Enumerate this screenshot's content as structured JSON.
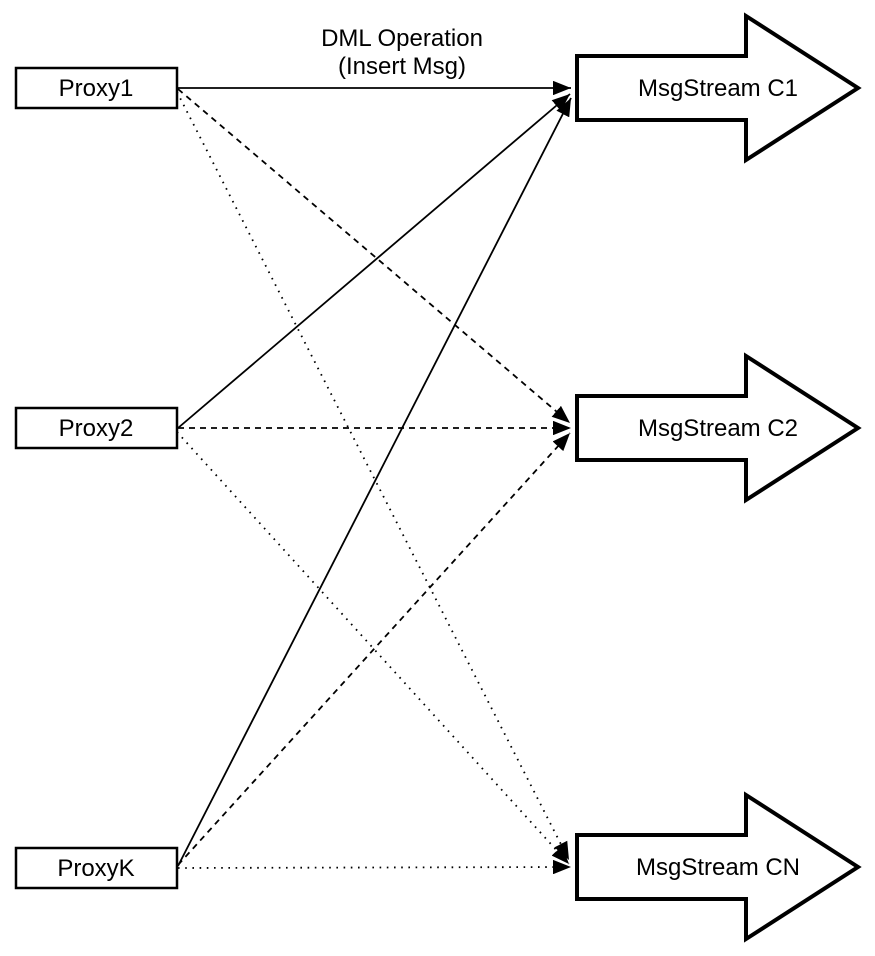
{
  "diagram": {
    "background_color": "#ffffff",
    "stroke_color": "#000000",
    "top_label": {
      "line1": "DML Operation",
      "line2": "(Insert Msg)"
    },
    "proxies": [
      {
        "id": "proxy1",
        "label": "Proxy1"
      },
      {
        "id": "proxy2",
        "label": "Proxy2"
      },
      {
        "id": "proxyk",
        "label": "ProxyK"
      }
    ],
    "streams": [
      {
        "id": "c1",
        "label": "MsgStream C1"
      },
      {
        "id": "c2",
        "label": "MsgStream C2"
      },
      {
        "id": "cn",
        "label": "MsgStream CN"
      }
    ],
    "edges": [
      {
        "from": "Proxy1",
        "to": "MsgStream C1",
        "style": "solid"
      },
      {
        "from": "Proxy1",
        "to": "MsgStream C2",
        "style": "dashed"
      },
      {
        "from": "Proxy1",
        "to": "MsgStream CN",
        "style": "dotted"
      },
      {
        "from": "Proxy2",
        "to": "MsgStream C1",
        "style": "solid"
      },
      {
        "from": "Proxy2",
        "to": "MsgStream C2",
        "style": "dashed"
      },
      {
        "from": "Proxy2",
        "to": "MsgStream CN",
        "style": "dotted"
      },
      {
        "from": "ProxyK",
        "to": "MsgStream C1",
        "style": "solid"
      },
      {
        "from": "ProxyK",
        "to": "MsgStream C2",
        "style": "dashed"
      },
      {
        "from": "ProxyK",
        "to": "MsgStream CN",
        "style": "dotted"
      }
    ]
  }
}
